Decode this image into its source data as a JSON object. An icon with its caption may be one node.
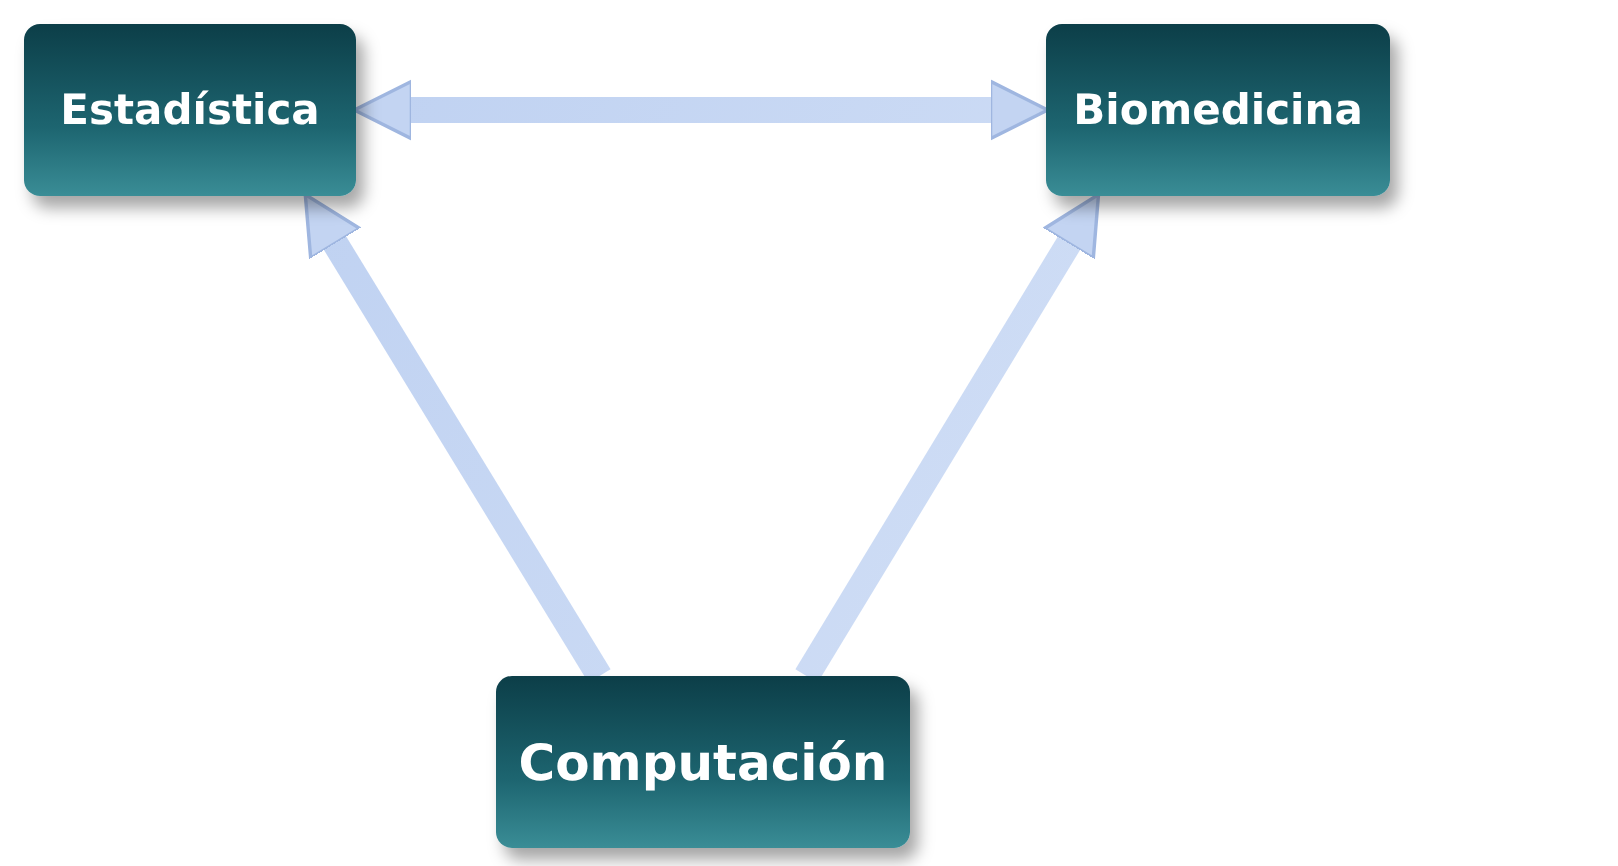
{
  "diagram": {
    "nodes": [
      {
        "text": [
          "Estadística"
        ]
      },
      {
        "text": [
          "Biomedicina"
        ]
      },
      {
        "text": [
          "Computación"
        ]
      }
    ],
    "edges": [
      {
        "from": 0,
        "to": 1,
        "arrow": "both"
      },
      {
        "from": 2,
        "to": 0,
        "arrow": "to"
      },
      {
        "from": 2,
        "to": 1,
        "arrow": "to"
      }
    ]
  }
}
